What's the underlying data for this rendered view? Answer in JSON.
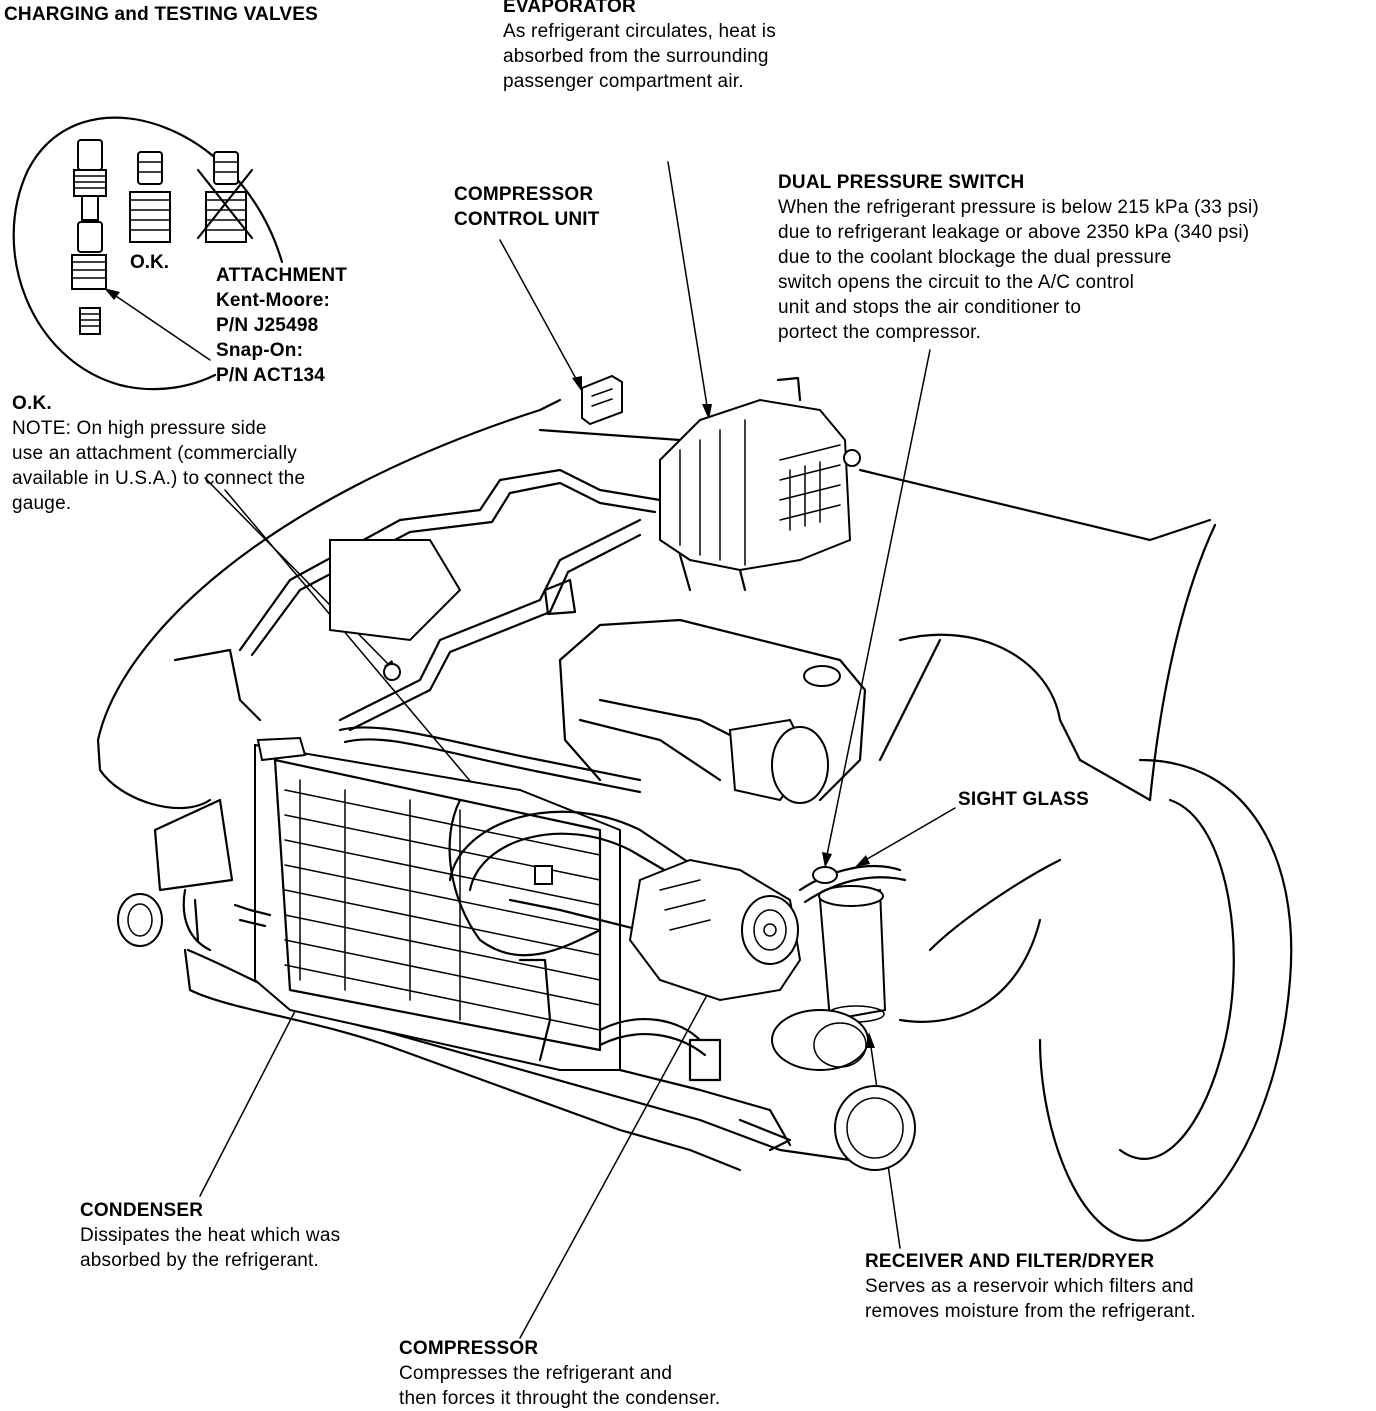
{
  "labels": {
    "charging": {
      "title": "CHARGING and TESTING VALVES"
    },
    "evaporator": {
      "title": "EVAPORATOR",
      "lines": [
        "As refrigerant circulates, heat is",
        "absorbed from the surrounding",
        "passenger compartment air."
      ]
    },
    "compressor_control": {
      "title_lines": [
        "COMPRESSOR",
        "CONTROL UNIT"
      ]
    },
    "dual_pressure": {
      "title": "DUAL PRESSURE SWITCH",
      "lines": [
        "When the refrigerant pressure is below 215 kPa (33 psi)",
        "due to refrigerant leakage or above 2350 kPa (340 psi)",
        "due to the coolant blockage the dual pressure",
        "switch opens the circuit to the A/C control",
        "unit and stops the air conditioner to",
        "portect the compressor."
      ]
    },
    "attachment": {
      "title": "ATTACHMENT",
      "lines": [
        "Kent-Moore:",
        "P/N J25498",
        "Snap-On:",
        "P/N ACT134"
      ]
    },
    "ok_inset": "O.K.",
    "ok_note": {
      "title": "O.K.",
      "lines": [
        "NOTE: On high pressure side",
        "use an attachment (commercially",
        "available in U.S.A.) to connect the",
        "gauge."
      ]
    },
    "sight_glass": {
      "title": "SIGHT GLASS"
    },
    "condenser": {
      "title": "CONDENSER",
      "lines": [
        "Dissipates the heat which was",
        "absorbed by the refrigerant."
      ]
    },
    "receiver": {
      "title": "RECEIVER AND FILTER/DRYER",
      "lines": [
        "Serves as a reservoir which filters and",
        "removes moisture from the refrigerant."
      ]
    },
    "compressor": {
      "title": "COMPRESSOR",
      "lines": [
        "Compresses the refrigerant and",
        "then forces it throught the condenser."
      ]
    }
  }
}
